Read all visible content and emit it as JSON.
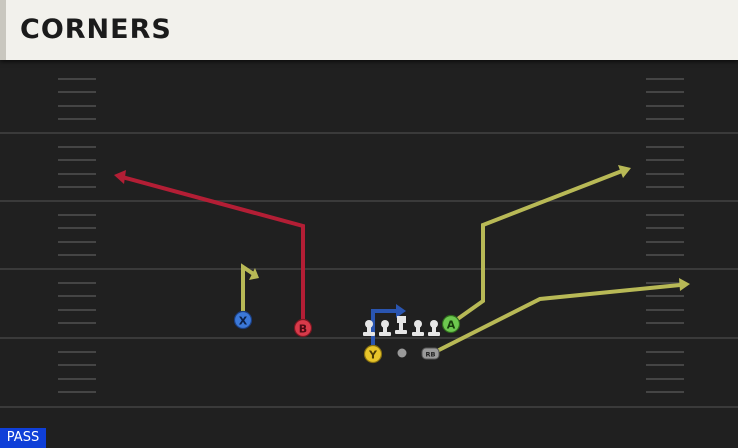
{
  "play": {
    "title": "CORNERS",
    "type_badge": "PASS"
  },
  "players": [
    {
      "id": "X",
      "button": "X",
      "color": "#3b78d8",
      "route": "hitch",
      "route_color": "#b8b956"
    },
    {
      "id": "B",
      "button": "B",
      "color": "#d83a4a",
      "route": "corner",
      "route_color": "#b31e35"
    },
    {
      "id": "Y",
      "button": "Y",
      "color": "#e8c52a",
      "route": "out",
      "route_color": "#2a55b0"
    },
    {
      "id": "A",
      "button": "A",
      "color": "#6dc84f",
      "route": "corner",
      "route_color": "#b8b956"
    },
    {
      "id": "RB",
      "button": "RB",
      "color": "#9a9a9a",
      "route": "wheel",
      "route_color": "#b8b956"
    }
  ],
  "colors": {
    "field": "#202020",
    "yard_line": "#3a3a3a",
    "hash": "#4a4a4a",
    "lineman": "#e6e6e6",
    "badge": "#0f3fd8"
  }
}
